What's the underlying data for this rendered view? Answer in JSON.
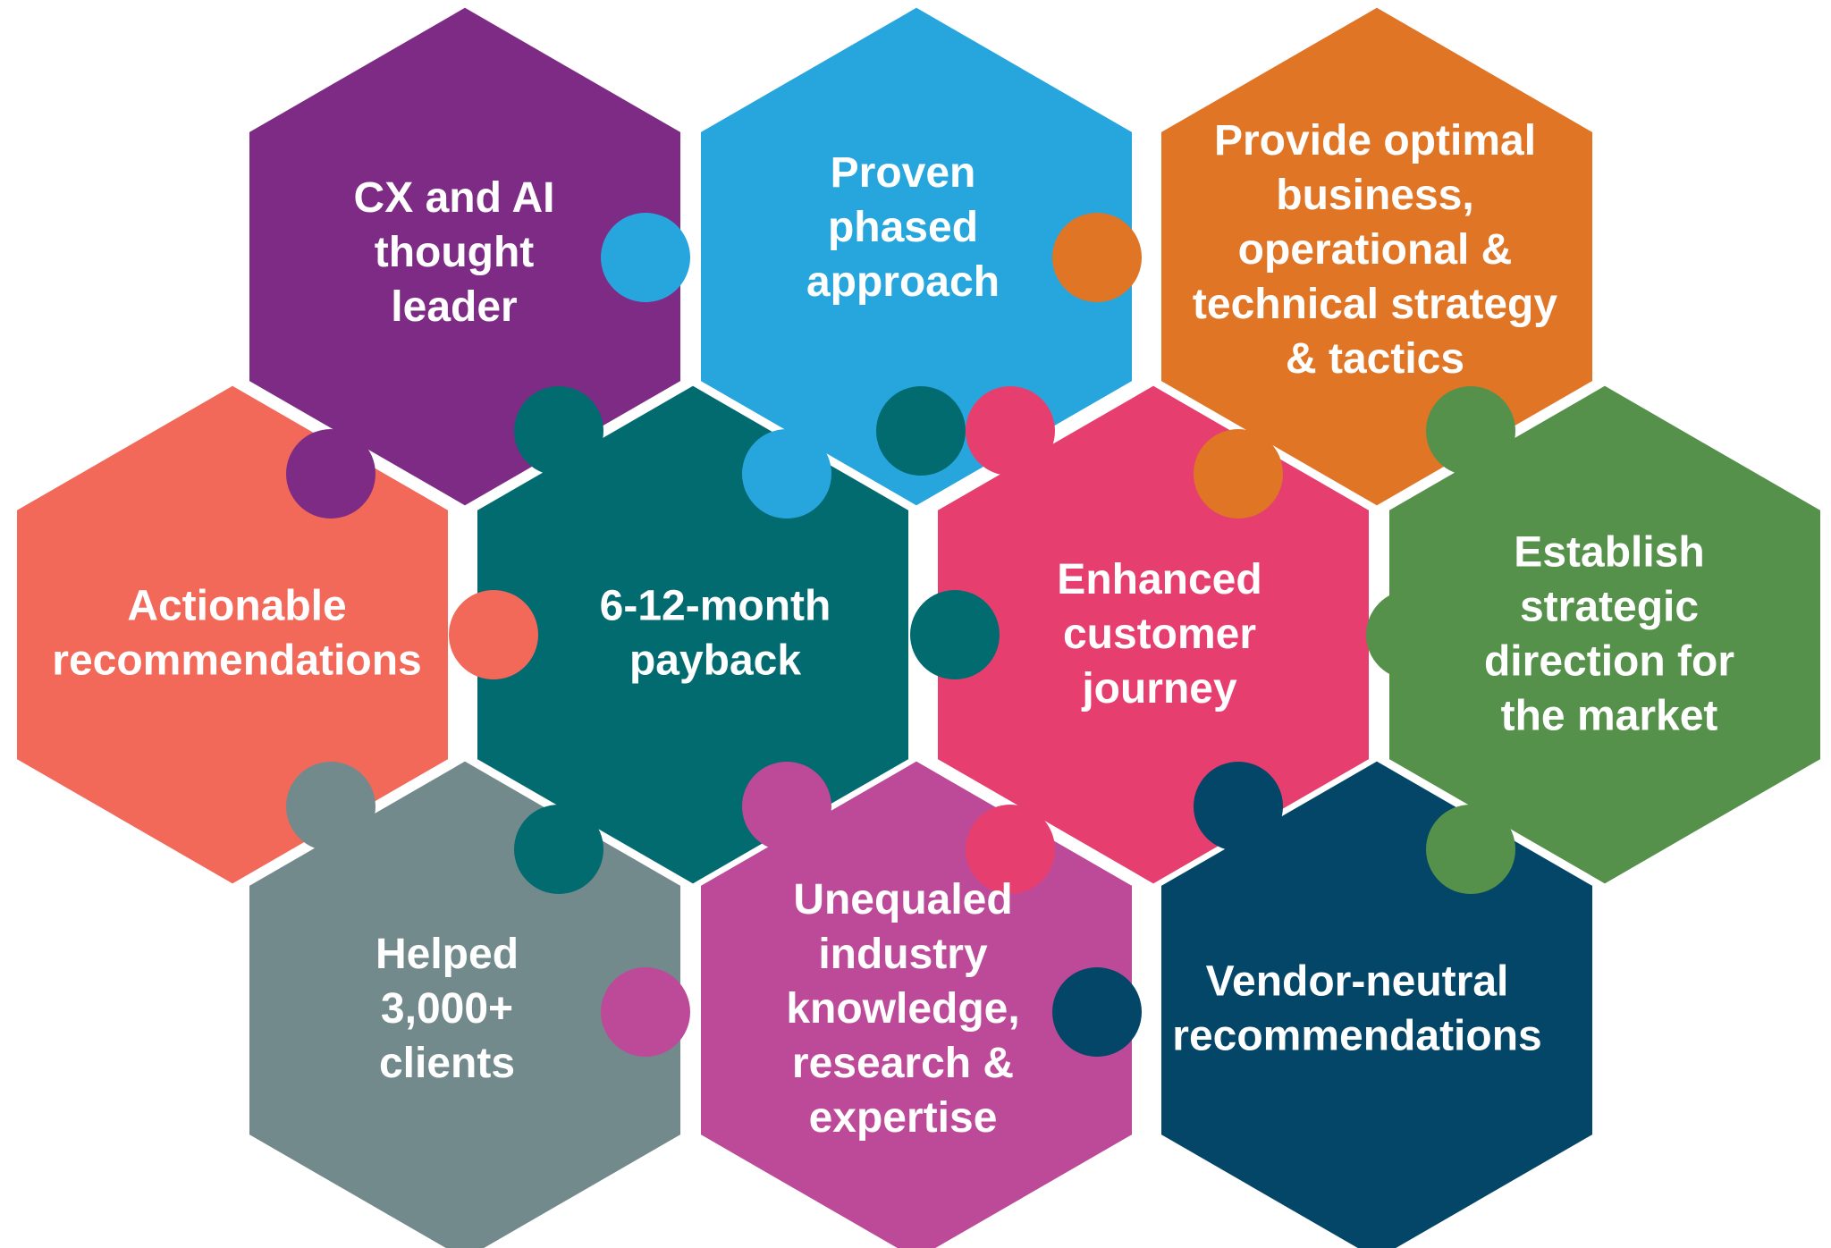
{
  "pieces": [
    {
      "id": "cx-ai",
      "color": "#7e2b86",
      "lines": [
        "CX and AI",
        "thought",
        "leader"
      ]
    },
    {
      "id": "phased",
      "color": "#27a6de",
      "lines": [
        "Proven",
        "phased",
        "approach"
      ]
    },
    {
      "id": "strategy",
      "color": "#e07526",
      "lines": [
        "Provide optimal",
        "business,",
        "operational &",
        "technical strategy",
        "& tactics"
      ]
    },
    {
      "id": "actionable",
      "color": "#f2695a",
      "lines": [
        "Actionable",
        "recommendations"
      ]
    },
    {
      "id": "payback",
      "color": "#026b70",
      "lines": [
        "6-12-month",
        "payback"
      ]
    },
    {
      "id": "journey",
      "color": "#e63f6f",
      "lines": [
        "Enhanced",
        "customer",
        "journey"
      ]
    },
    {
      "id": "direction",
      "color": "#55914a",
      "lines": [
        "Establish",
        "strategic",
        "direction for",
        "the market"
      ]
    },
    {
      "id": "clients",
      "color": "#728a8b",
      "lines": [
        "Helped",
        "3,000+",
        "clients"
      ]
    },
    {
      "id": "expertise",
      "color": "#bd4a98",
      "lines": [
        "Unequaled",
        "industry",
        "knowledge,",
        "research &",
        "expertise"
      ]
    },
    {
      "id": "vendor",
      "color": "#034668",
      "lines": [
        "Vendor-neutral",
        "recommendations"
      ]
    }
  ]
}
